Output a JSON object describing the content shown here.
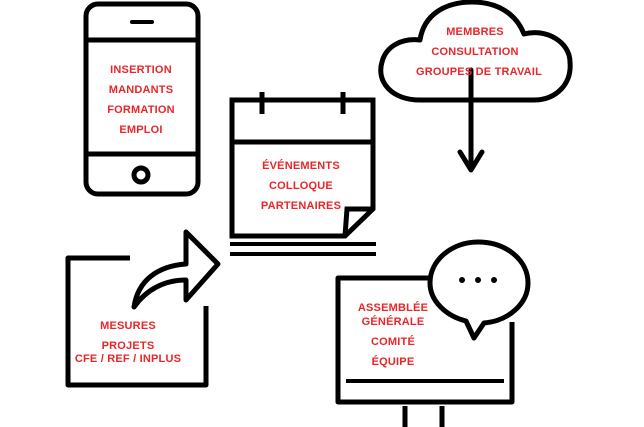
{
  "colors": {
    "stroke": "#000000",
    "label": "#e8262b",
    "background": "#ffffff"
  },
  "phone": {
    "icon": "smartphone-icon",
    "lines": [
      "INSERTION",
      "MANDANTS",
      "FORMATION",
      "EMPLOI"
    ]
  },
  "calendar": {
    "icon": "calendar-icon",
    "lines": [
      "ÉVÉNEMENTS",
      "COLLOQUE",
      "PARTENAIRES"
    ]
  },
  "cloud": {
    "icon": "cloud-icon",
    "lines": [
      "MEMBRES",
      "CONSULTATION",
      "GROUPES DE TRAVAIL"
    ]
  },
  "share_box": {
    "icon": "share-arrow-icon",
    "lines": [
      "MESURES",
      "PROJETS",
      "CFE / REF / INPLUS"
    ]
  },
  "monitor": {
    "icon": "monitor-chat-icon",
    "lines": [
      "ASSEMBLÉE",
      "GÉNÉRALE",
      "COMITÉ",
      "ÉQUIPE"
    ],
    "bubble_text": "• • •"
  }
}
